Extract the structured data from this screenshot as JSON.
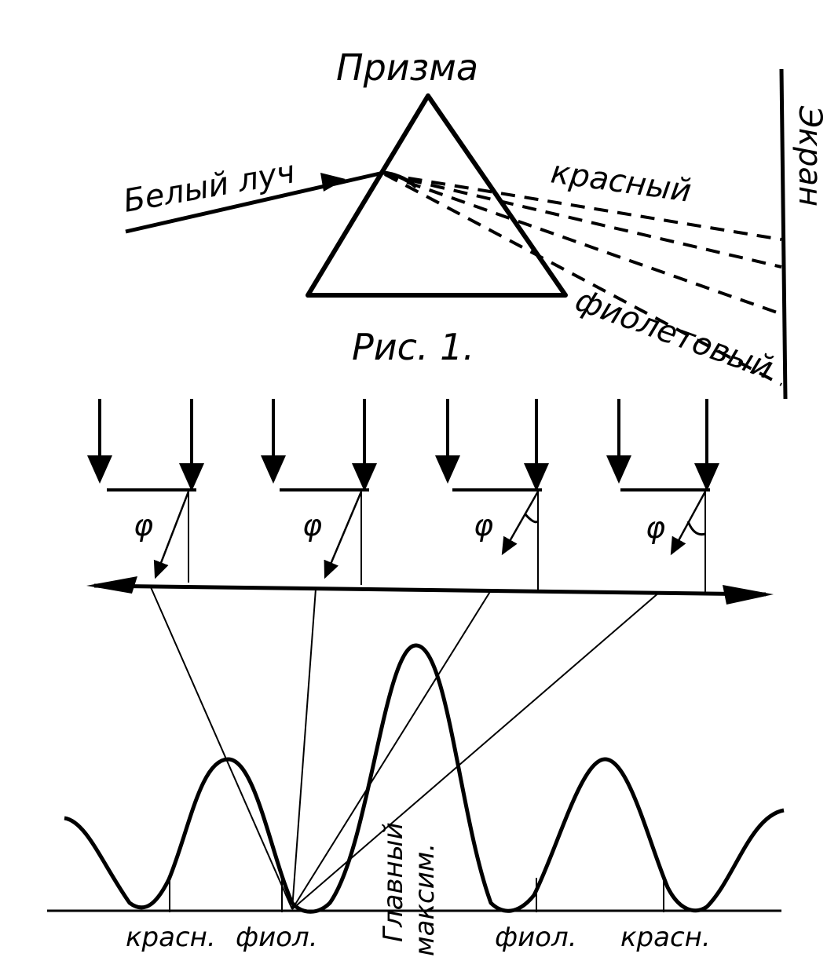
{
  "figure1": {
    "prism_label": "Призма",
    "white_ray_label": "Белый луч",
    "red_label": "красный",
    "violet_label": "фиолетовый",
    "screen_label": "Экран",
    "caption": "Рис. 1."
  },
  "figure2": {
    "angle_symbol": "φ",
    "main_max_line1": "Главный",
    "main_max_line2": "максим.",
    "bottom_labels": [
      "красн.",
      "фиол.",
      "фиол.",
      "красн."
    ]
  }
}
